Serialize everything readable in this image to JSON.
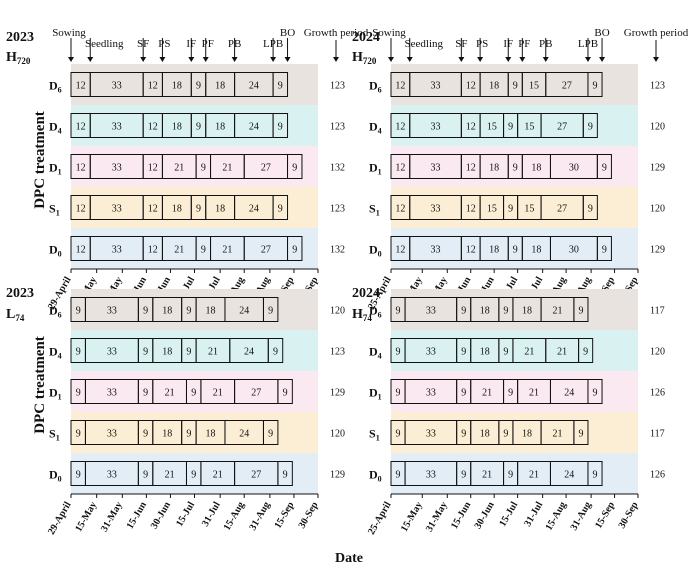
{
  "figure": {
    "x_axis_title": "Date",
    "y_axis_title": "DPC treatment",
    "stage_labels": [
      "Sowing",
      "Seedling",
      "SF",
      "PS",
      "IF",
      "PF",
      "PB",
      "LPB",
      "BO"
    ],
    "growth_period_label": "Growth period",
    "colors": {
      "D6": "#e9e3df",
      "D4": "#d9f1f1",
      "D1": "#fbe9f1",
      "S1": "#fbeed4",
      "D0": "#e3edf6",
      "bar_stroke": "#111111"
    }
  },
  "chart_data": [
    {
      "type": "bar",
      "orientation": "horizontal-stacked",
      "year_label": "2023",
      "cultivar_label": "H",
      "cultivar_sub": "720",
      "x_ticks": [
        "29-April",
        "15-May",
        "31-May",
        "15-Jun",
        "30-Jun",
        "15-Jul",
        "31-Jul",
        "15-Aug",
        "31-Aug",
        "15-Sep",
        "30-Sep"
      ],
      "x_tick_days": [
        0,
        16,
        32,
        47,
        62,
        77,
        93,
        108,
        124,
        139,
        154
      ],
      "xlim": [
        0,
        154
      ],
      "rows": [
        {
          "name": "D",
          "sub": "6",
          "color_key": "D6",
          "segments": [
            12,
            33,
            12,
            18,
            9,
            18,
            24,
            9
          ],
          "growth_period": 123
        },
        {
          "name": "D",
          "sub": "4",
          "color_key": "D4",
          "segments": [
            12,
            33,
            12,
            18,
            9,
            18,
            24,
            9
          ],
          "growth_period": 123
        },
        {
          "name": "D",
          "sub": "1",
          "color_key": "D1",
          "segments": [
            12,
            33,
            12,
            21,
            9,
            21,
            27,
            9
          ],
          "growth_period": 132
        },
        {
          "name": "S",
          "sub": "1",
          "color_key": "S1",
          "segments": [
            12,
            33,
            12,
            18,
            9,
            18,
            24,
            9
          ],
          "growth_period": 123
        },
        {
          "name": "D",
          "sub": "0",
          "color_key": "D0",
          "segments": [
            12,
            33,
            12,
            21,
            9,
            21,
            27,
            9
          ],
          "growth_period": 132
        }
      ]
    },
    {
      "type": "bar",
      "orientation": "horizontal-stacked",
      "year_label": "2024",
      "cultivar_label": "H",
      "cultivar_sub": "720",
      "x_ticks": [
        "25-April",
        "15-May",
        "31-May",
        "15-Jun",
        "30-Jun",
        "15-Jul",
        "31-Jul",
        "15-Aug",
        "31-Aug",
        "15-Sep",
        "30-Sep"
      ],
      "x_tick_days": [
        0,
        20,
        36,
        51,
        66,
        81,
        97,
        112,
        128,
        143,
        158
      ],
      "xlim": [
        0,
        158
      ],
      "rows": [
        {
          "name": "D",
          "sub": "6",
          "color_key": "D6",
          "segments": [
            12,
            33,
            12,
            18,
            9,
            15,
            27,
            9
          ],
          "growth_period": 123
        },
        {
          "name": "D",
          "sub": "4",
          "color_key": "D4",
          "segments": [
            12,
            33,
            12,
            15,
            9,
            15,
            27,
            9
          ],
          "growth_period": 120
        },
        {
          "name": "D",
          "sub": "1",
          "color_key": "D1",
          "segments": [
            12,
            33,
            12,
            18,
            9,
            18,
            30,
            9
          ],
          "growth_period": 129
        },
        {
          "name": "S",
          "sub": "1",
          "color_key": "S1",
          "segments": [
            12,
            33,
            12,
            15,
            9,
            15,
            27,
            9
          ],
          "growth_period": 120
        },
        {
          "name": "D",
          "sub": "0",
          "color_key": "D0",
          "segments": [
            12,
            33,
            12,
            18,
            9,
            18,
            30,
            9
          ],
          "growth_period": 129
        }
      ]
    },
    {
      "type": "bar",
      "orientation": "horizontal-stacked",
      "year_label": "2023",
      "cultivar_label": "L",
      "cultivar_sub": "74",
      "x_ticks": [
        "29-April",
        "15-May",
        "31-May",
        "15-Jun",
        "30-Jun",
        "15-Jul",
        "31-Jul",
        "15-Aug",
        "31-Aug",
        "15-Sep",
        "30-Sep"
      ],
      "x_tick_days": [
        0,
        16,
        32,
        47,
        62,
        77,
        93,
        108,
        124,
        139,
        154
      ],
      "xlim": [
        0,
        154
      ],
      "rows": [
        {
          "name": "D",
          "sub": "6",
          "color_key": "D6",
          "segments": [
            9,
            33,
            9,
            18,
            9,
            18,
            24,
            9
          ],
          "growth_period": 120
        },
        {
          "name": "D",
          "sub": "4",
          "color_key": "D4",
          "segments": [
            9,
            33,
            9,
            18,
            9,
            21,
            24,
            9
          ],
          "growth_period": 123
        },
        {
          "name": "D",
          "sub": "1",
          "color_key": "D1",
          "segments": [
            9,
            33,
            9,
            21,
            9,
            21,
            27,
            9
          ],
          "growth_period": 129
        },
        {
          "name": "S",
          "sub": "1",
          "color_key": "S1",
          "segments": [
            9,
            33,
            9,
            18,
            9,
            18,
            24,
            9
          ],
          "growth_period": 120
        },
        {
          "name": "D",
          "sub": "0",
          "color_key": "D0",
          "segments": [
            9,
            33,
            9,
            21,
            9,
            21,
            27,
            9
          ],
          "growth_period": 129
        }
      ]
    },
    {
      "type": "bar",
      "orientation": "horizontal-stacked",
      "year_label": "2024",
      "cultivar_label": "H",
      "cultivar_sub": "74",
      "x_ticks": [
        "25-April",
        "15-May",
        "31-May",
        "15-Jun",
        "30-Jun",
        "15-Jul",
        "31-Jul",
        "15-Aug",
        "31-Aug",
        "15-Sep",
        "30-Sep"
      ],
      "x_tick_days": [
        0,
        20,
        36,
        51,
        66,
        81,
        97,
        112,
        128,
        143,
        158
      ],
      "xlim": [
        0,
        158
      ],
      "rows": [
        {
          "name": "D",
          "sub": "6",
          "color_key": "D6",
          "segments": [
            9,
            33,
            9,
            18,
            9,
            18,
            21,
            9
          ],
          "growth_period": 117
        },
        {
          "name": "D",
          "sub": "4",
          "color_key": "D4",
          "segments": [
            9,
            33,
            9,
            18,
            9,
            21,
            21,
            9
          ],
          "growth_period": 120
        },
        {
          "name": "D",
          "sub": "1",
          "color_key": "D1",
          "segments": [
            9,
            33,
            9,
            21,
            9,
            21,
            24,
            9
          ],
          "growth_period": 126
        },
        {
          "name": "S",
          "sub": "1",
          "color_key": "S1",
          "segments": [
            9,
            33,
            9,
            18,
            9,
            18,
            21,
            9
          ],
          "growth_period": 117
        },
        {
          "name": "D",
          "sub": "0",
          "color_key": "D0",
          "segments": [
            9,
            33,
            9,
            21,
            9,
            21,
            24,
            9
          ],
          "growth_period": 126
        }
      ]
    }
  ]
}
